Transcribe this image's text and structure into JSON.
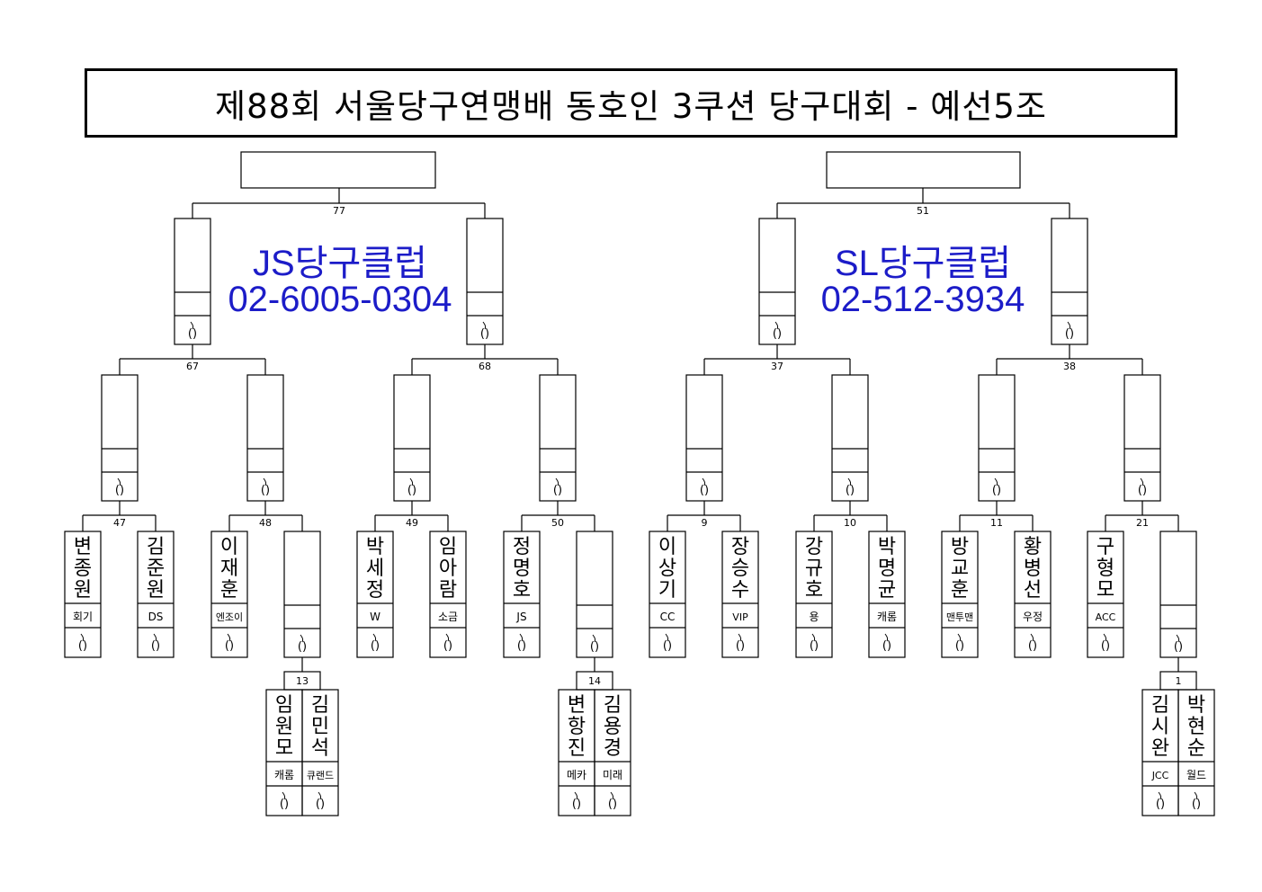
{
  "title": "제88회 서울당구연맹배 동호인 3쿠션 당구대회 - 예선5조",
  "clubs": [
    {
      "name": "JS당구클럽",
      "phone": "02-6005-0304"
    },
    {
      "name": "SL당구클럽",
      "phone": "02-512-3934"
    }
  ],
  "match_numbers": {
    "m77": "77",
    "m51": "51",
    "m67": "67",
    "m68": "68",
    "m37": "37",
    "m38": "38",
    "m47": "47",
    "m48": "48",
    "m49": "49",
    "m50": "50",
    "m9": "9",
    "m10": "10",
    "m11": "11",
    "m21": "21",
    "m13": "13",
    "m14": "14",
    "m1": "1"
  },
  "score_mark": "()",
  "players": [
    {
      "name": "변종원",
      "club": "회기"
    },
    {
      "name": "김준원",
      "club": "DS"
    },
    {
      "name": "이재훈",
      "club": "엔조이"
    },
    {
      "name": "박세정",
      "club": "W"
    },
    {
      "name": "임아람",
      "club": "소금"
    },
    {
      "name": "정명호",
      "club": "JS"
    },
    {
      "name": "이상기",
      "club": "CC"
    },
    {
      "name": "장승수",
      "club": "VIP"
    },
    {
      "name": "강규호",
      "club": "용"
    },
    {
      "name": "박명균",
      "club": "캐롬"
    },
    {
      "name": "방교훈",
      "club": "맨투맨"
    },
    {
      "name": "황병선",
      "club": "우정"
    },
    {
      "name": "구형모",
      "club": "ACC"
    },
    {
      "name": "임원모",
      "club": "캐롬"
    },
    {
      "name": "김민석",
      "club": "큐랜드"
    },
    {
      "name": "변항진",
      "club": "메카"
    },
    {
      "name": "김용경",
      "club": "미래"
    },
    {
      "name": "김시완",
      "club": "JCC"
    },
    {
      "name": "박현순",
      "club": "월드"
    }
  ]
}
